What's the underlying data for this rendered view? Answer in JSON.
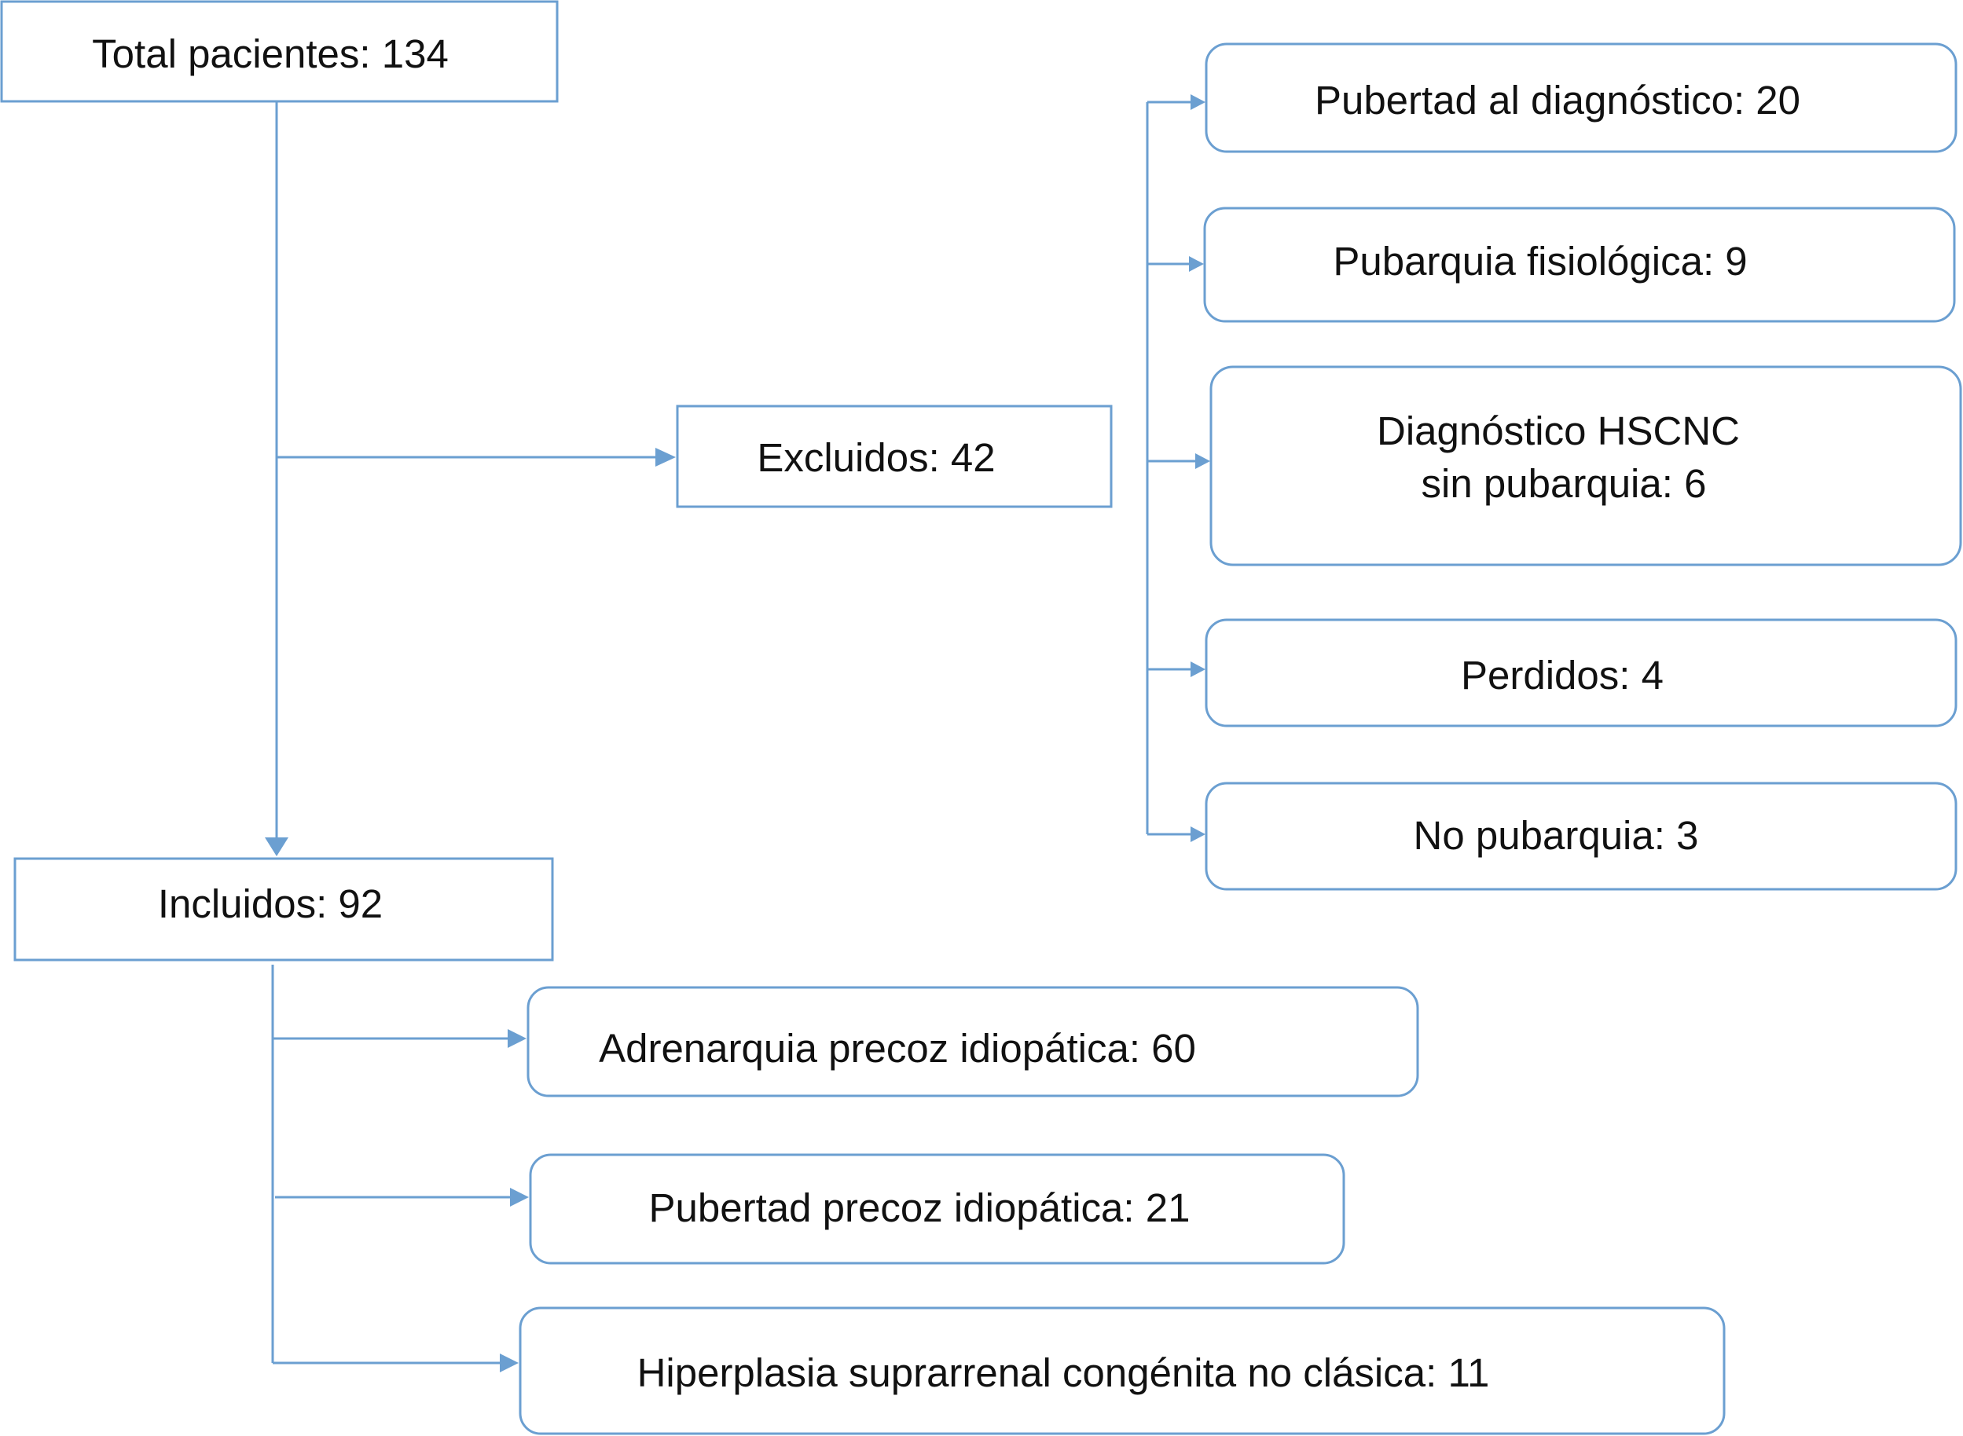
{
  "diagram": {
    "root": {
      "label": "Total pacientes: 134"
    },
    "excluded": {
      "label": "Excluidos: 42",
      "reasons": [
        {
          "label": "Pubertad al diagnóstico: 20"
        },
        {
          "label": "Pubarquia fisiológica: 9"
        },
        {
          "label_line1": "Diagnóstico HSCNC",
          "label_line2": "sin pubarquia: 6"
        },
        {
          "label": "Perdidos: 4"
        },
        {
          "label": "No pubarquia: 3"
        }
      ]
    },
    "included": {
      "label": "Incluidos: 92",
      "groups": [
        {
          "label": "Adrenarquia precoz idiopática: 60"
        },
        {
          "label": "Pubertad precoz idiopática: 21"
        },
        {
          "label": "Hiperplasia suprarrenal congénita no clásica: 11"
        }
      ]
    }
  }
}
